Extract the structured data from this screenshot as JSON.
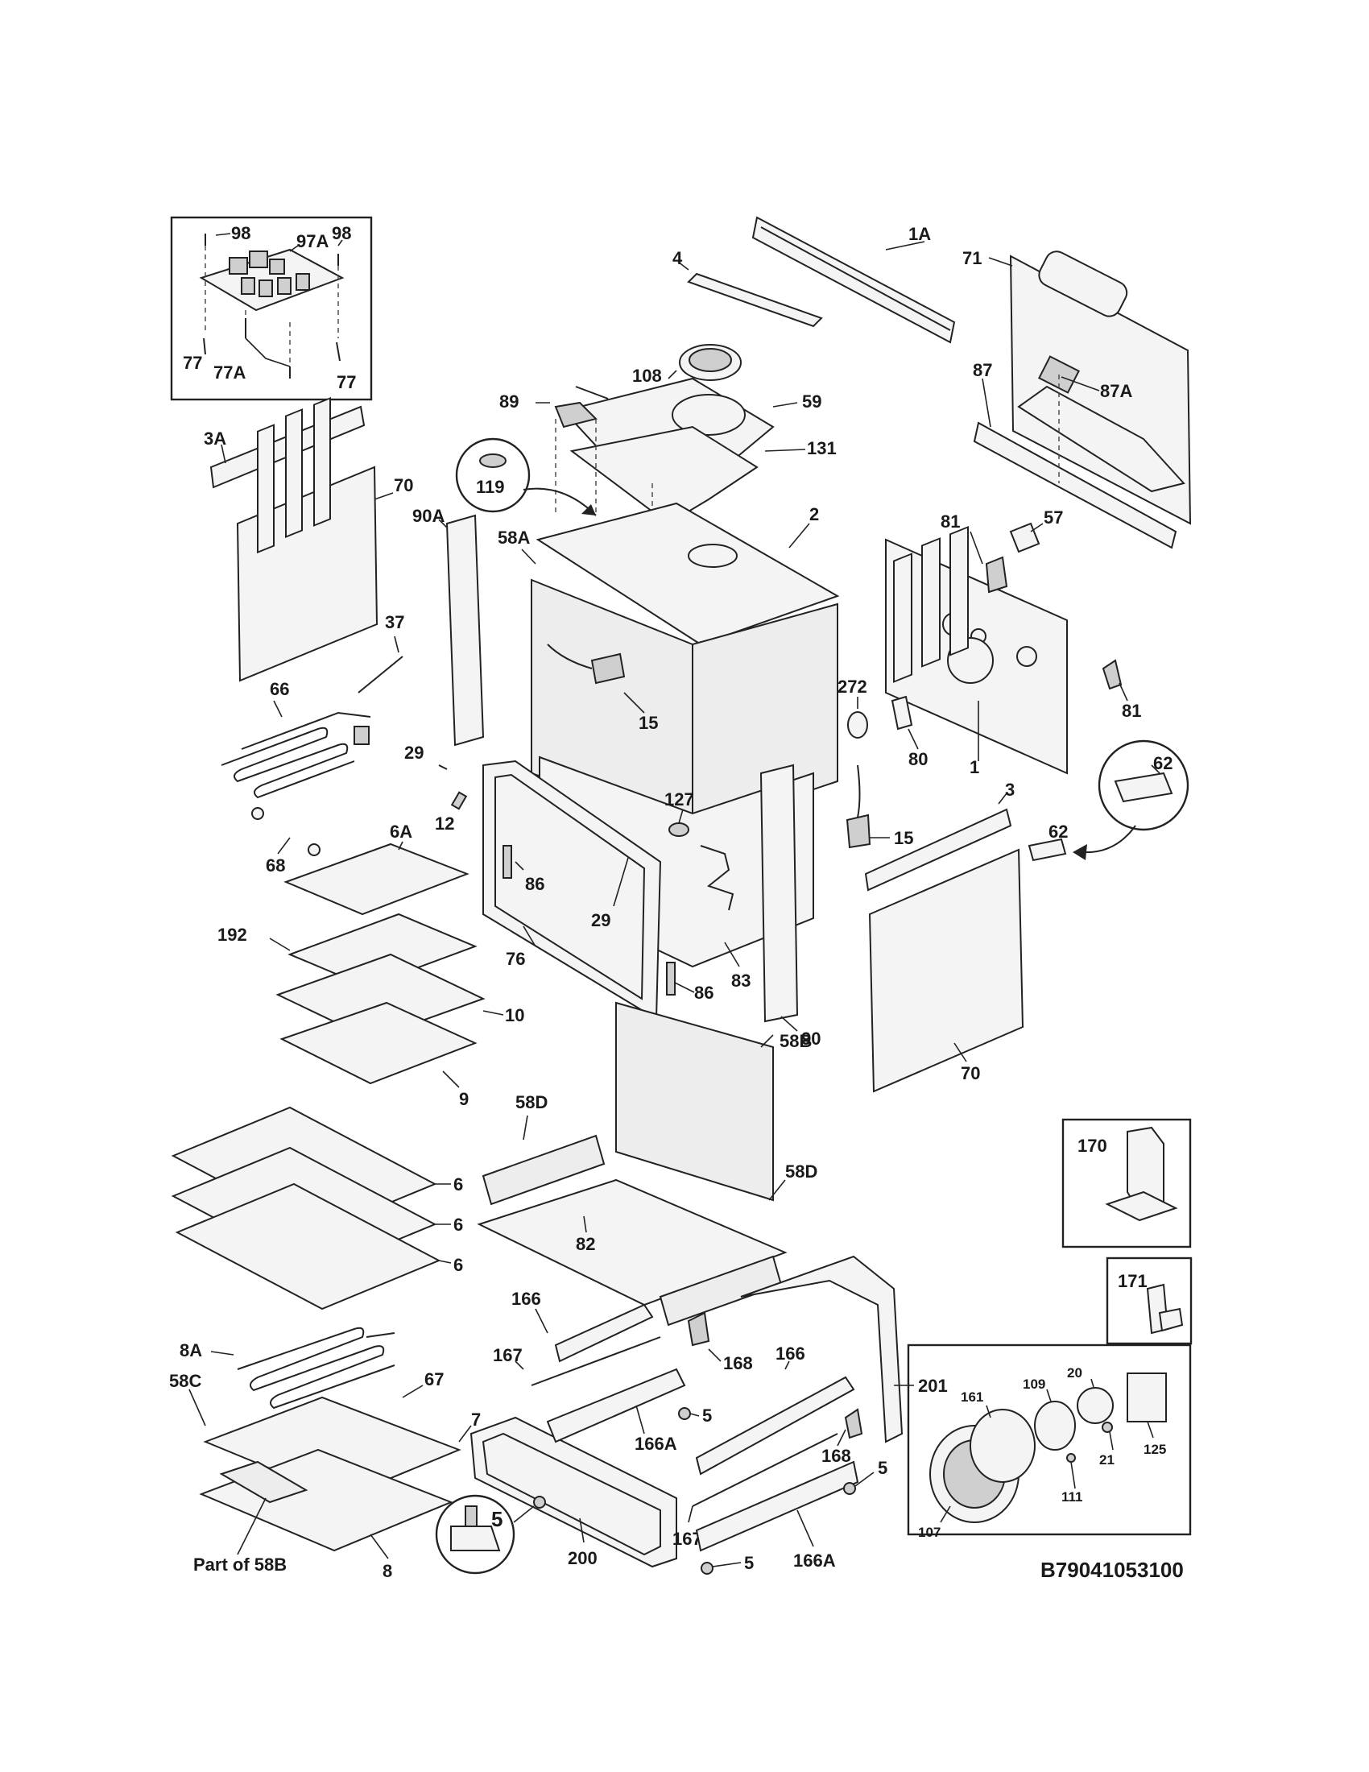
{
  "drawing_number": "B79041053100",
  "callouts": {
    "c98a": "98",
    "c97A": "97A",
    "c98b": "98",
    "c77a": "77",
    "c77A": "77A",
    "c77b": "77",
    "c4": "4",
    "c1A": "1A",
    "c71": "71",
    "c87": "87",
    "c87A": "87A",
    "c108": "108",
    "c89": "89",
    "c59": "59",
    "c131": "131",
    "c119": "119",
    "c3A": "3A",
    "c70a": "70",
    "c90A": "90A",
    "c58A": "58A",
    "c2": "2",
    "c81a": "81",
    "c57": "57",
    "c37": "37",
    "c15a": "15",
    "c272": "272",
    "c81b": "81",
    "c66": "66",
    "c29a": "29",
    "c12": "12",
    "c80": "80",
    "c1": "1",
    "c62a": "62",
    "c3": "3",
    "c62b": "62",
    "c127": "127",
    "c15b": "15",
    "c68": "68",
    "c6A": "6A",
    "c86a": "86",
    "c29b": "29",
    "c192": "192",
    "c76": "76",
    "c83": "83",
    "c86b": "86",
    "c10": "10",
    "c90": "90",
    "c70b": "70",
    "c9": "9",
    "c58D_a": "58D",
    "c58B": "58B",
    "c58D_b": "58D",
    "c170": "170",
    "c6a": "6",
    "c6b": "6",
    "c6c": "6",
    "c82": "82",
    "c171": "171",
    "c166a": "166",
    "c8A": "8A",
    "c168a": "168",
    "c166b": "166",
    "c201": "201",
    "c58C": "58C",
    "c167a": "167",
    "c67": "67",
    "c7": "7",
    "c5a": "5",
    "c166A_a": "166A",
    "c168b": "168",
    "c109": "109",
    "c20": "20",
    "c161": "161",
    "c21": "21",
    "c125": "125",
    "c5b": "5",
    "c111": "111",
    "c167b": "167",
    "c5c": "5",
    "c107": "107",
    "c166A_b": "166A",
    "c5d": "5",
    "c200": "200",
    "c8": "8",
    "part_of_58B": "Part of 58B"
  }
}
